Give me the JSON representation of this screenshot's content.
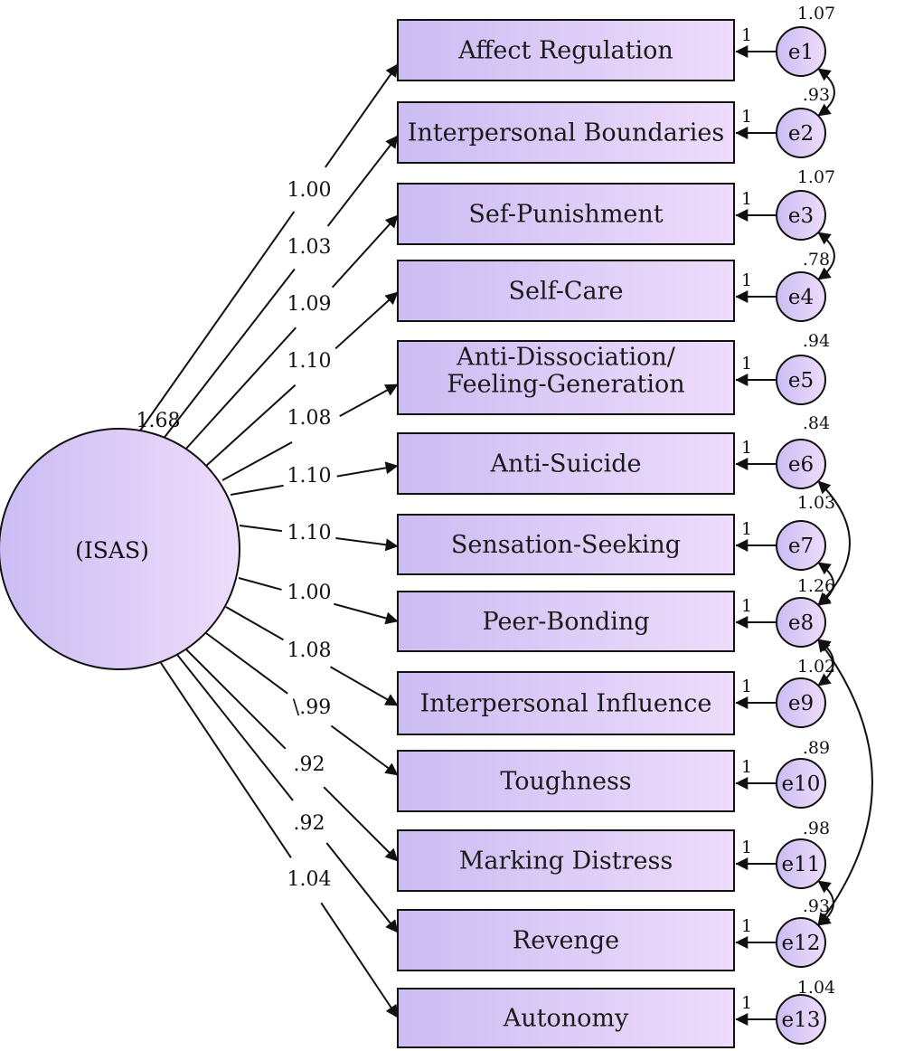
{
  "latent": {
    "label": "(ISAS)",
    "variance": "1.68"
  },
  "indicators": [
    {
      "label": "Affect Regulation",
      "loading": "1.00",
      "error": "e1",
      "error_variance": "1.07",
      "fixed": "1"
    },
    {
      "label": "Interpersonal Boundaries",
      "loading": "1.03",
      "error": "e2",
      "error_variance": ".93",
      "fixed": "1"
    },
    {
      "label": "Sef-Punishment",
      "loading": "1.09",
      "error": "e3",
      "error_variance": "1.07",
      "fixed": "1"
    },
    {
      "label": "Self-Care",
      "loading": "1.10",
      "error": "e4",
      "error_variance": ".78",
      "fixed": "1"
    },
    {
      "label": [
        "Anti-Dissociation/",
        "Feeling-Generation"
      ],
      "loading": "1.08",
      "error": "e5",
      "error_variance": ".94",
      "fixed": "1"
    },
    {
      "label": "Anti-Suicide",
      "loading": "1.10",
      "error": "e6",
      "error_variance": ".84",
      "fixed": "1"
    },
    {
      "label": "Sensation-Seeking",
      "loading": "1.10",
      "error": "e7",
      "error_variance": "1.03",
      "fixed": "1"
    },
    {
      "label": "Peer-Bonding",
      "loading": "1.00",
      "error": "e8",
      "error_variance": "1.26",
      "fixed": "1"
    },
    {
      "label": "Interpersonal Influence",
      "loading": "1.08",
      "error": "e9",
      "error_variance": "1.02",
      "fixed": "1"
    },
    {
      "label": "Toughness",
      "loading": "\\.99",
      "error": "e10",
      "error_variance": ".89",
      "fixed": "1"
    },
    {
      "label": "Marking Distress",
      "loading": ".92",
      "error": "e11",
      "error_variance": ".98",
      "fixed": "1"
    },
    {
      "label": "Revenge",
      "loading": ".92",
      "error": "e12",
      "error_variance": ".93",
      "fixed": "1"
    },
    {
      "label": "Autonomy",
      "loading": "1.04",
      "error": "e13",
      "error_variance": "1.04",
      "fixed": "1"
    }
  ],
  "covariances": [
    {
      "from": "e1",
      "to": "e2"
    },
    {
      "from": "e3",
      "to": "e4"
    },
    {
      "from": "e6",
      "to": "e8"
    },
    {
      "from": "e7",
      "to": "e8"
    },
    {
      "from": "e8",
      "to": "e9"
    },
    {
      "from": "e8",
      "to": "e12"
    },
    {
      "from": "e11",
      "to": "e12"
    }
  ],
  "colors": {
    "box_fill_left": "#cbbcf3",
    "box_fill_right": "#eedcfb",
    "stroke": "#111111"
  }
}
